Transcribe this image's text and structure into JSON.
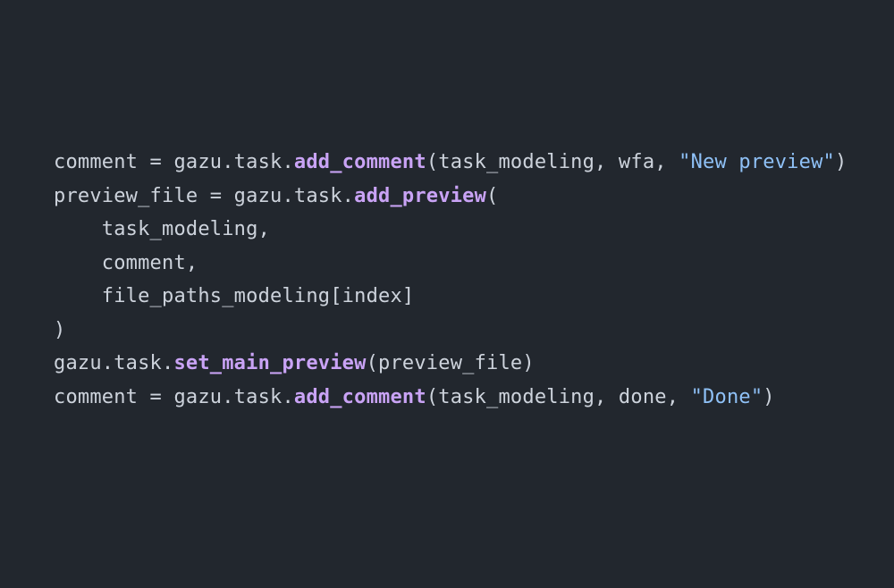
{
  "colors": {
    "background": "#22272e",
    "text": "#cdd3dc",
    "function": "#c9a3f5",
    "string": "#8fc1f7"
  },
  "code": {
    "language": "python",
    "lines": [
      [
        {
          "t": "plain",
          "s": "comment = gazu.task."
        },
        {
          "t": "func",
          "s": "add_comment"
        },
        {
          "t": "plain",
          "s": "(task_modeling, wfa, "
        },
        {
          "t": "str",
          "s": "\"New preview\""
        },
        {
          "t": "plain",
          "s": ")"
        }
      ],
      [
        {
          "t": "plain",
          "s": "preview_file = gazu.task."
        },
        {
          "t": "func",
          "s": "add_preview"
        },
        {
          "t": "plain",
          "s": "("
        }
      ],
      [
        {
          "t": "plain",
          "s": "    task_modeling,"
        }
      ],
      [
        {
          "t": "plain",
          "s": "    comment,"
        }
      ],
      [
        {
          "t": "plain",
          "s": "    file_paths_modeling[index]"
        }
      ],
      [
        {
          "t": "plain",
          "s": ")"
        }
      ],
      [
        {
          "t": "plain",
          "s": "gazu.task."
        },
        {
          "t": "func",
          "s": "set_main_preview"
        },
        {
          "t": "plain",
          "s": "(preview_file)"
        }
      ],
      [
        {
          "t": "plain",
          "s": "comment = gazu.task."
        },
        {
          "t": "func",
          "s": "add_comment"
        },
        {
          "t": "plain",
          "s": "(task_modeling, done, "
        },
        {
          "t": "str",
          "s": "\"Done\""
        },
        {
          "t": "plain",
          "s": ")"
        }
      ]
    ]
  }
}
